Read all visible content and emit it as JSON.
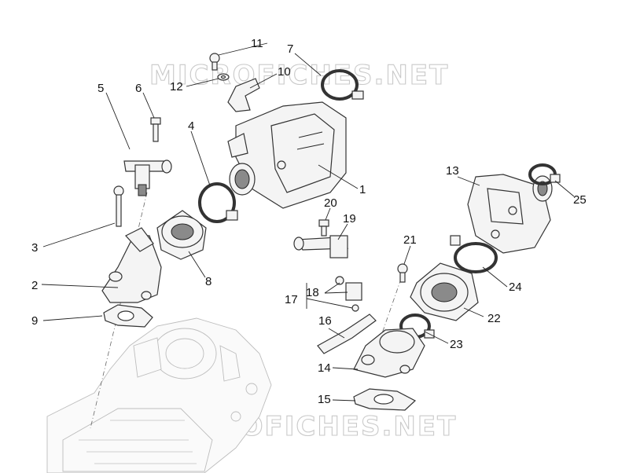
{
  "watermark": "MICROFICHES.NET",
  "callouts": [
    "1",
    "2",
    "3",
    "4",
    "5",
    "6",
    "7",
    "8",
    "9",
    "10",
    "11",
    "12",
    "13",
    "14",
    "15",
    "16",
    "17",
    "18",
    "19",
    "20",
    "21",
    "22",
    "23",
    "24",
    "25"
  ]
}
